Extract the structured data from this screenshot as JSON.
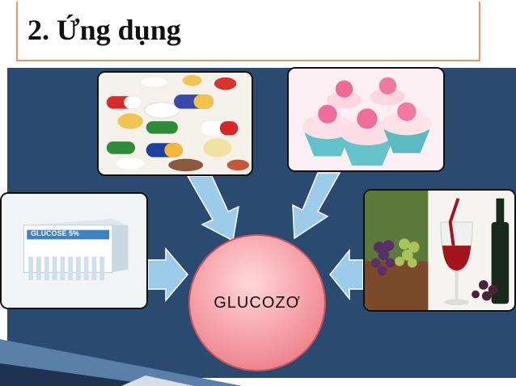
{
  "slide": {
    "title": "2. Ứng dụng",
    "center_label": "GLUCOZƠ"
  },
  "images": {
    "medicine": {
      "box_title": "GLUCOSE 5%"
    }
  },
  "colors": {
    "panel": "#2b4a70",
    "arrow": "#9ccce8",
    "circle": "#f59ba2",
    "title_border": "#e8956a"
  }
}
